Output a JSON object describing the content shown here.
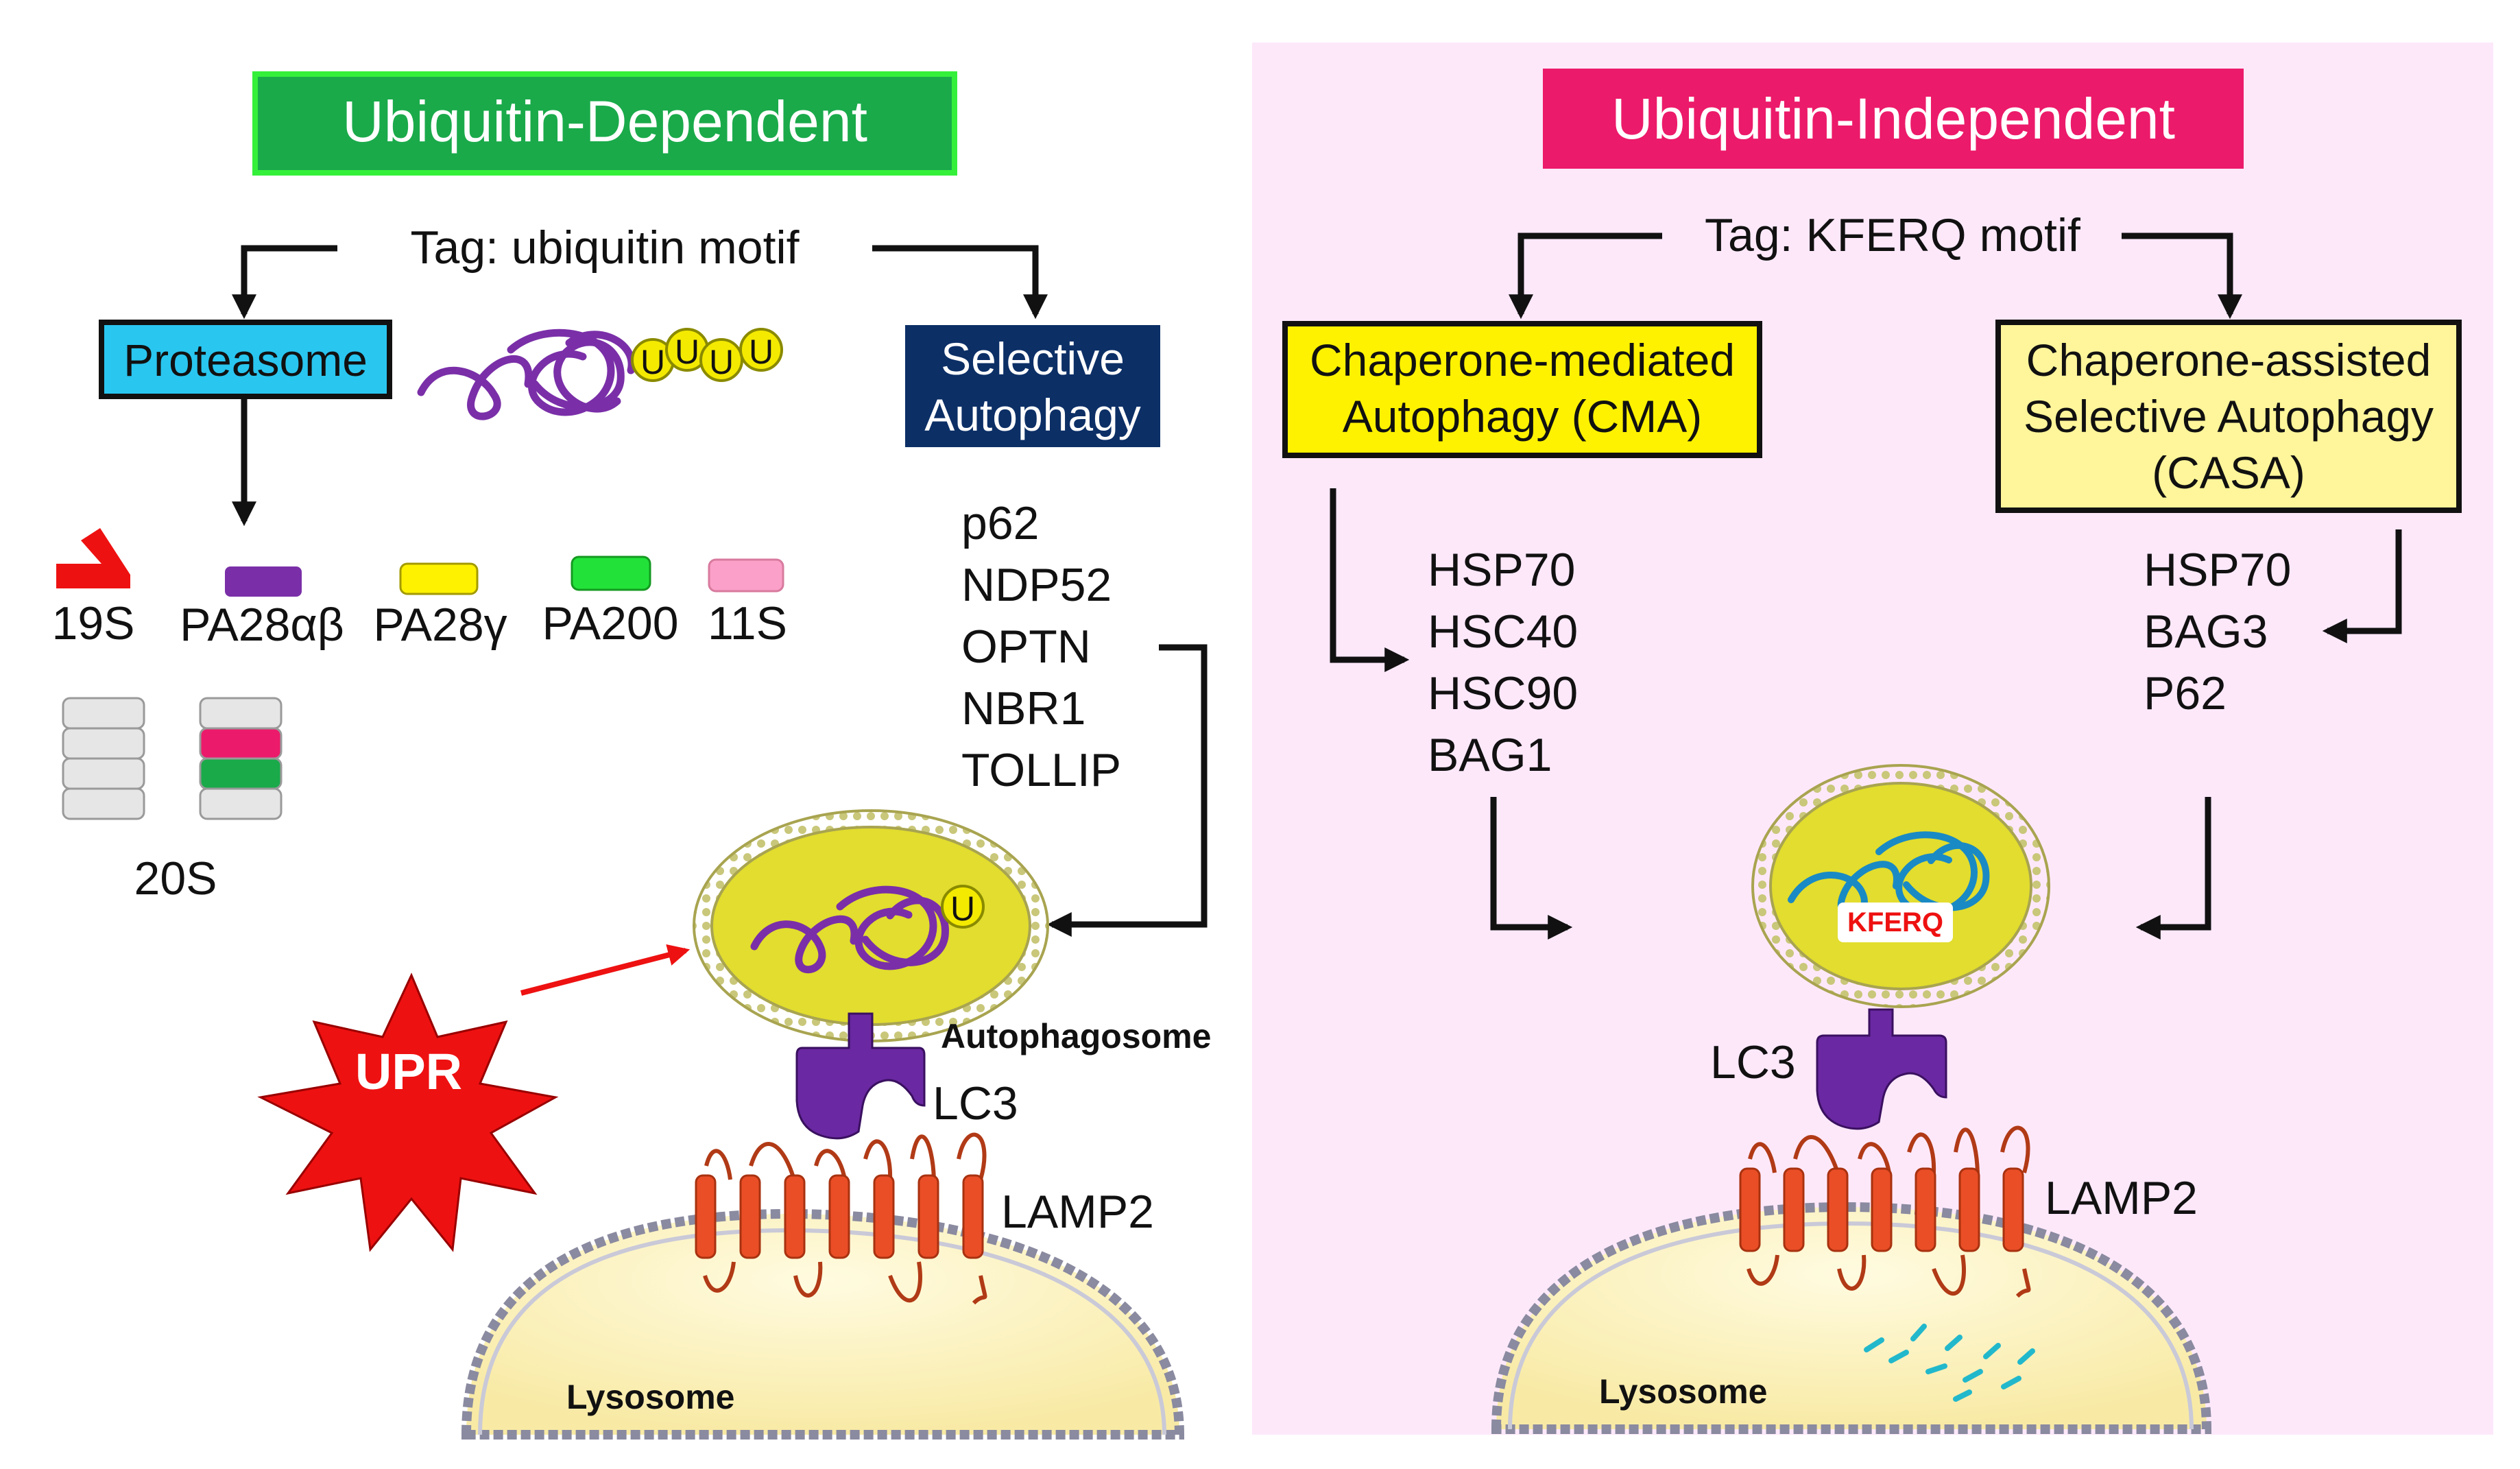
{
  "left_panel": {
    "title": "Ubiquitin-Dependent",
    "tag": "Tag: ubiquitin motif",
    "proteasome": "Proteasome",
    "selective_autophagy": [
      "Selective",
      "Autophagy"
    ],
    "ubiquitin_letter": "U",
    "components": [
      "19S",
      "PA28αβ",
      "PA28γ",
      "PA200",
      "11S"
    ],
    "core": "20S",
    "receptors": [
      "p62",
      "NDP52",
      "OPTN",
      "NBR1",
      "TOLLIP"
    ],
    "stress": "UPR",
    "autophagosome": "Autophagosome",
    "lc3": "LC3",
    "lamp2": "LAMP2",
    "lysosome": "Lysosome"
  },
  "right_panel": {
    "title": "Ubiquitin-Independent",
    "tag": "Tag: KFERQ motif",
    "cma": [
      "Chaperone-mediated",
      "Autophagy (CMA)"
    ],
    "casa": [
      "Chaperone-assisted",
      "Selective Autophagy",
      "(CASA)"
    ],
    "cma_chaperones": [
      "HSP70",
      "HSC40",
      "HSC90",
      "BAG1"
    ],
    "casa_chaperones": [
      "HSP70",
      "BAG3",
      "P62"
    ],
    "motif": "KFERQ",
    "lc3": "LC3",
    "lamp2": "LAMP2",
    "lysosome": "Lysosome"
  },
  "colors": {
    "green_title": "#1aaa4a",
    "pink_title": "#ec1a6a",
    "panel_bg": "#fde8fa",
    "proteasome_box": "#29c6f0",
    "autophagy_box": "#0c2f66",
    "cma_box": "#fff200",
    "casa_box": "#fff59a",
    "purple": "#7a2fa8",
    "yellow": "#f4ea00",
    "upr_red": "#ee1111",
    "lamp2_red": "#ea4e26",
    "lysosome_fill": "#fdf5c4",
    "teal": "#1a8ac4"
  },
  "icons": {
    "unfolded_protein": "protein-coil-icon",
    "ubiquitin": "ubiquitin-icon",
    "lc3": "lc3-receptor-icon",
    "lamp2": "lamp2-transmembrane-icon",
    "upr": "starburst-icon"
  }
}
